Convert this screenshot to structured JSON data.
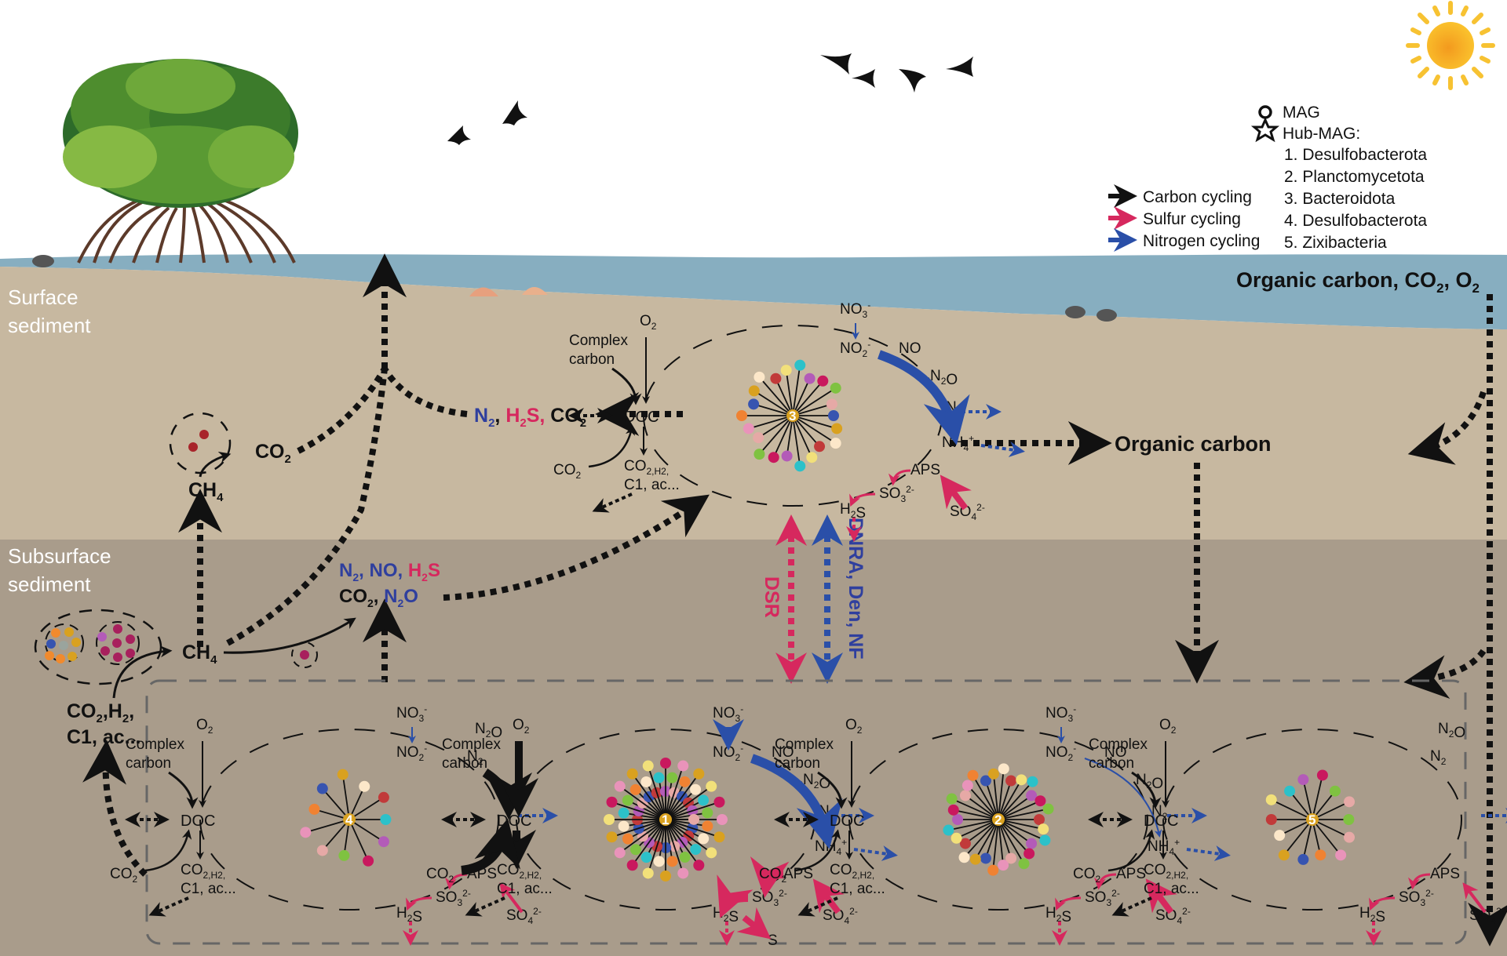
{
  "colors": {
    "sky": "#ffffff",
    "water": "#87aec0",
    "surface_sediment": "#c7b8a0",
    "subsurface_sediment": "#a99c8b",
    "carbon": "#111111",
    "sulfur": "#d6285e",
    "nitrogen": "#2a4fa8",
    "sun": "#f7b521"
  },
  "layers": {
    "surface": "Surface sediment",
    "surface_line1": "Surface",
    "surface_line2": "sediment",
    "subsurface_line1": "Subsurface",
    "subsurface_line2": "sediment"
  },
  "legend": {
    "mag": "MAG",
    "hub_mag": "Hub-MAG:",
    "hub_list": [
      "1. Desulfobacterota",
      "2. Planctomycetota",
      "3. Bacteroidota",
      "4. Desulfobacterota",
      "5. Zixibacteria"
    ],
    "cycles": [
      {
        "label": "Carbon cycling",
        "color": "#111111"
      },
      {
        "label": "Sulfur cycling",
        "color": "#d6285e"
      },
      {
        "label": "Nitrogen cycling",
        "color": "#2a4fa8"
      }
    ]
  },
  "labels": {
    "top_input": "Organic carbon, CO",
    "top_input_sub": "2",
    "top_input_tail": ", O",
    "top_input_sub2": "2",
    "organic_carbon": "Organic carbon",
    "gas_out": {
      "n2": "N",
      "n2_sub": "2",
      "h2s": "H",
      "h2s_sub": "2",
      "h2s_tail": "S,",
      "co2": "CO",
      "co2_sub": "2"
    },
    "methane_oxid_co2": "CO",
    "ch4": "CH",
    "ch4_sub": "4",
    "sub_gases_line1": {
      "n2": "N",
      "n2_sub": "2",
      "no": "NO,",
      "h2s": "H",
      "h2s_sub": "2",
      "h2s_tail": "S"
    },
    "sub_gases_line2": {
      "co2": "CO",
      "co2_sub": "2",
      "n2o": "N",
      "n2o_sub": "2",
      "n2o_tail": "O"
    },
    "methanogen_substrates_l1": "CO",
    "methanogen_substrates_l2": "C1, ac...",
    "dsr": "DSR",
    "dnra": "DNRA, Den, NF"
  },
  "module_text": {
    "complex1": "Complex",
    "complex2": "carbon",
    "doc": "DOC",
    "o2": "O",
    "co2": "CO",
    "products1": "CO",
    "products2": "C1, ac...",
    "no3": "NO",
    "no2": "NO",
    "no": "NO",
    "n2o": "N",
    "n2": "N",
    "nh4": "NH",
    "aps": "APS",
    "so3": "SO",
    "so4": "SO",
    "h2s": "H",
    "s": "S"
  },
  "hub_modules": [
    {
      "hub": "3",
      "zone": "surface"
    },
    {
      "hub": "4",
      "zone": "subsurface"
    },
    {
      "hub": "1",
      "zone": "subsurface"
    },
    {
      "hub": "2",
      "zone": "subsurface"
    },
    {
      "hub": "5",
      "zone": "subsurface"
    }
  ]
}
